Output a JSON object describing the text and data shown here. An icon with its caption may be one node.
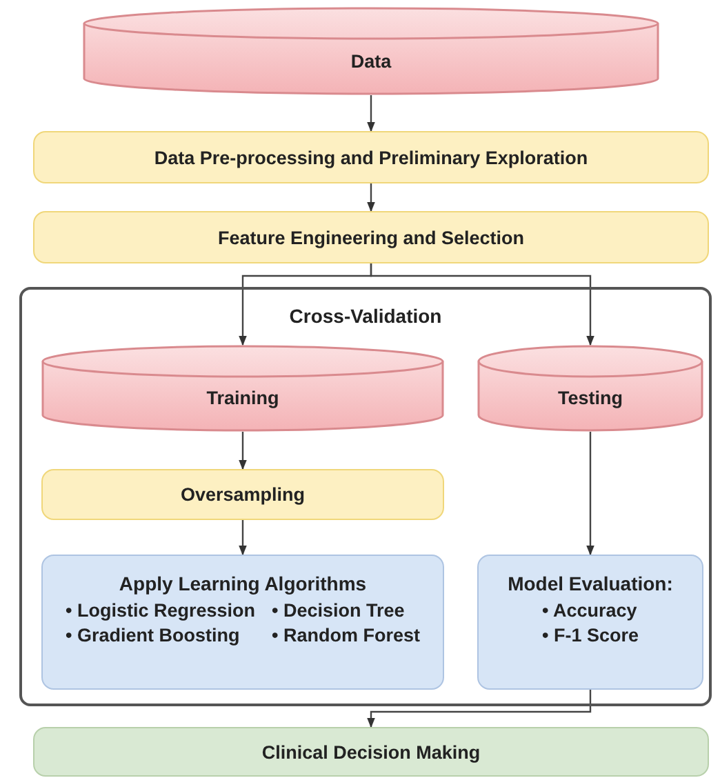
{
  "diagram": {
    "nodes": [
      {
        "text": [
          "Data"
        ]
      },
      {
        "text": [
          "Data Pre-processing and Preliminary Exploration"
        ]
      },
      {
        "text": [
          "Feature Engineering and Selection"
        ]
      },
      {
        "text": [
          "Cross-Validation"
        ]
      },
      {
        "text": [
          "Training"
        ],
        "in": 3
      },
      {
        "text": [
          "Testing"
        ],
        "in": 3
      },
      {
        "text": [
          "Oversampling"
        ],
        "in": 3
      },
      {
        "text": [
          "Apply Learning Algorithms",
          "• Logistic Regression",
          "• Decision Tree",
          "• Gradient Boosting",
          "• Random Forest"
        ],
        "in": 3
      },
      {
        "text": [
          "Model Evaluation:",
          "• Accuracy",
          "• F-1 Score"
        ],
        "in": 3
      },
      {
        "text": [
          "Clinical Decision Making"
        ]
      }
    ],
    "edges": [
      {
        "from": 0,
        "to": 1,
        "arrow": "to"
      },
      {
        "from": 1,
        "to": 2,
        "arrow": "to"
      },
      {
        "from": 2,
        "to": 4,
        "arrow": "to"
      },
      {
        "from": 2,
        "to": 5,
        "arrow": "to"
      },
      {
        "from": 4,
        "to": 6,
        "arrow": "to"
      },
      {
        "from": 6,
        "to": 7,
        "arrow": "to"
      },
      {
        "from": 5,
        "to": 8,
        "arrow": "to"
      },
      {
        "from": 8,
        "to": 9,
        "arrow": "to"
      }
    ]
  }
}
